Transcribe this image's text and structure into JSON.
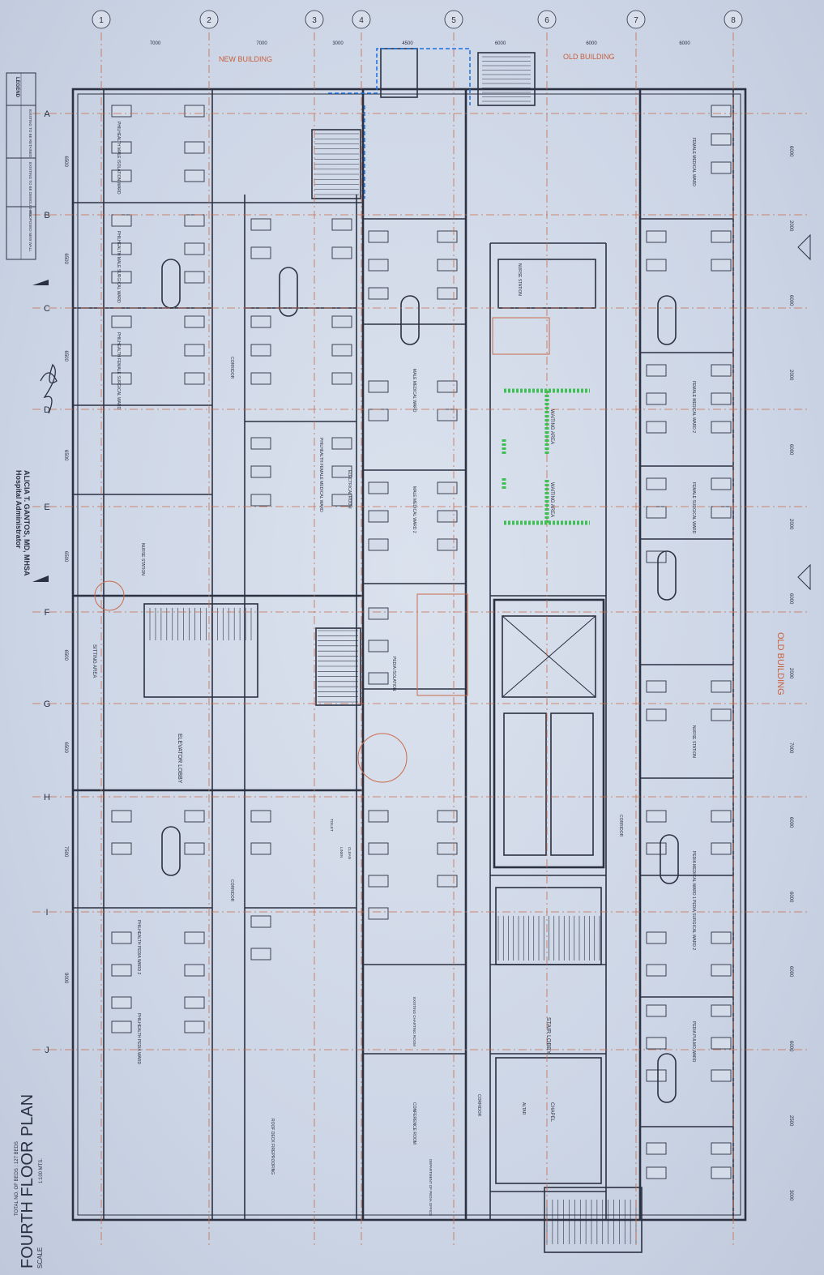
{
  "plan": {
    "title": "FOURTH FLOOR PLAN",
    "scale_label": "SCALE",
    "scale_value": "1:100 MTS.",
    "beds_total": "TOTAL NO. OF BEDS : 127 BEDS",
    "signatory_name": "ALICIA T. GANTOS, MD, MHSA",
    "signatory_title": "Hospital Administrator"
  },
  "legend": {
    "title": "LEGEND",
    "items": [
      "EXISTING TO BE RETAINED",
      "EXISTING TO BE DEMOLISHED",
      "PROPOSED NEW WALL"
    ]
  },
  "grid": {
    "columns": [
      "1",
      "2",
      "3",
      "4",
      "5",
      "6",
      "7",
      "8"
    ],
    "rows": [
      "A",
      "B",
      "C",
      "D",
      "E",
      "F",
      "G",
      "H",
      "I",
      "J"
    ],
    "column_dimensions": [
      "7000",
      "7000",
      "3000",
      "4500",
      "6000",
      "6000",
      "6000"
    ],
    "row_dimensions_left": [
      "6500",
      "6500",
      "6500",
      "6500",
      "6500",
      "6500",
      "6500",
      "7500",
      "9000"
    ],
    "row_dimensions_right": [
      "6000",
      "2000",
      "6000",
      "2000",
      "6000",
      "2000",
      "6000",
      "2000",
      "7000",
      "6000",
      "6000",
      "6000",
      "6000",
      "2500",
      "3000"
    ]
  },
  "building_labels": {
    "new": "NEW BUILDING",
    "old": "OLD BUILDING",
    "old_side": "OLD BUILDING"
  },
  "rooms": {
    "corridor": "CORRIDOR",
    "waiting_1": "WAITING AREA",
    "waiting_2": "WAITING AREA",
    "elevator_lobby": "ELEVATOR LOBBY",
    "stair_lobby": "STAIR LOBBY",
    "chapel": "CHAPEL",
    "altar": "ALTAR",
    "sitting_area": "SITTING AREA",
    "nurse_station_left": "NURSE STATION",
    "nurse_station_right": "NURSE STATION",
    "nurse_station_center": "NURSE STATION",
    "electrical_room": "ELECTRICAL ROOM",
    "conference_room": "CONFERENCE ROOM",
    "department_office": "DEPARTMENT OF PEDIA OFFICE",
    "existing_charting": "EXISTING CHARTING ROOM",
    "roof_deck": "ROOF DECK FIREPROOFING",
    "linen": "LINEN",
    "clean": "CLEAN",
    "toilet": "TOILET"
  },
  "wards": [
    "PHILHEALTH MALE ISOLATION WARD",
    "PHILHEALTH MALE SURGICAL WARD",
    "PHILHEALTH FEMALE SURGICAL WARD",
    "PHILHEALTH FEMALE MEDICAL WARD",
    "MALE MEDICAL WARD",
    "MALE MEDICAL WARD 2",
    "FEMALE MEDICAL WARD",
    "FEMALE MEDICAL WARD 2",
    "FEMALE SURGICAL WARD",
    "PEDIA MEDICAL WARD 1",
    "PEDIA SURGICAL WARD 2",
    "PEDIA PULMO WARD",
    "PHILHEALTH PEDIA WARD 2",
    "PHILHEALTH PEDIA WARD",
    "PEDIA ISOLATION"
  ],
  "colors": {
    "background": "#cdd6e6",
    "linework": "#2c3142",
    "gridlines": "#c96b4a",
    "proposed_green": "#3fbf55",
    "proposed_blue": "#1d6fe0"
  }
}
